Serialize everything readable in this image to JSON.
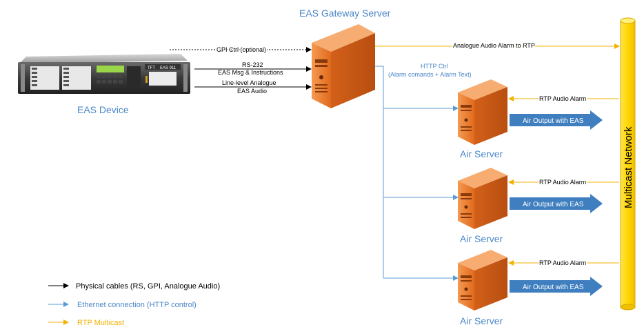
{
  "eas_device": {
    "label": "EAS Device",
    "panel_brand": "TFT",
    "panel_model": "EAS 911"
  },
  "gateway": {
    "label": "EAS Gateway Server"
  },
  "air_servers": [
    {
      "label": "Air Server"
    },
    {
      "label": "Air Server"
    },
    {
      "label": "Air Server"
    }
  ],
  "links": {
    "gpi": "GPI Ctrl (optional)",
    "rs232_line1": "RS-232",
    "rs232_line2": "EAS Msg & Instructions",
    "audio_line1": "Line-level Analogue",
    "audio_line2": "EAS Audio",
    "analogue_rtp": "Analogue  Audio Alarm to RTP",
    "http_line1": "HTTP Ctrl",
    "http_line2": "(Alarm comands + Alarm Text)",
    "rtp_alarm": "RTP Audio Alarm",
    "air_output": "Air Output with EAS"
  },
  "network": {
    "label": "Multicast Network"
  },
  "legend": [
    {
      "text": "Physical cables (RS, GPI, Analogue Audio)",
      "color": "#000000"
    },
    {
      "text": "Ethernet connection (HTTP control)",
      "color": "#5b9bd5"
    },
    {
      "text": "RTP Multicast",
      "color": "#f2b200"
    }
  ],
  "colors": {
    "server_orange": "#e8762c",
    "ethernet_blue": "#5b9bd5",
    "rtp_yellow": "#f2b200",
    "bus_yellow": "#ffd700",
    "arrow_blue": "#3f7fbf",
    "title_blue": "#4a86c8"
  }
}
